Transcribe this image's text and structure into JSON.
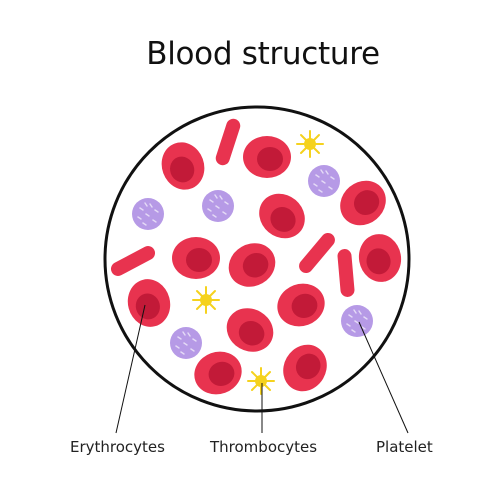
{
  "title": "Blood structure",
  "labels": {
    "erythrocytes": "Erythrocytes",
    "thrombocytes": "Thrombocytes",
    "platelet": "Platelet"
  },
  "colors": {
    "rbc_outer": "#e8334f",
    "rbc_inner": "#c21a38",
    "platelet_fill": "#b69ae6",
    "thrombocyte": "#f5d21e",
    "circle_stroke": "#111111",
    "text": "#111111"
  }
}
